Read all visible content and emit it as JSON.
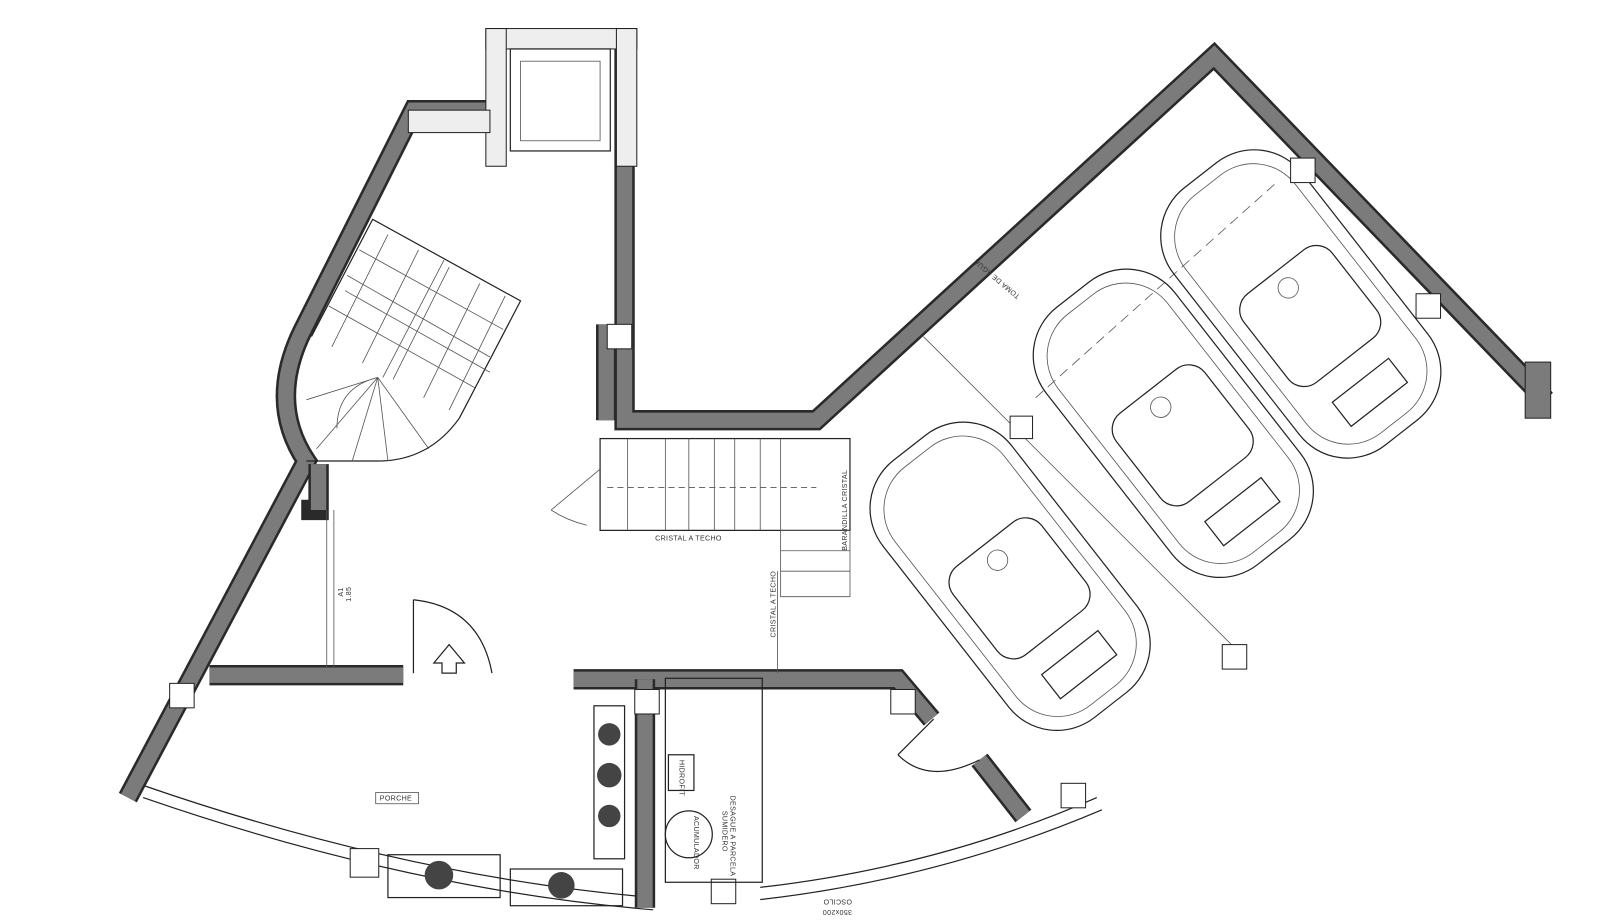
{
  "plan": {
    "labels": {
      "water_intake": "TOMA DE AGUA",
      "glass_railing": "BARANDILLA CRISTAL",
      "glass_to_ceiling_1": "CRISTAL A TECHO",
      "glass_to_ceiling_2": "CRISTAL A TECHO",
      "door_mark": "A1",
      "door_height": "1.85",
      "porch": "PORCHE",
      "hydro_unit": "HIDROFIT",
      "accumulator": "ACUMULADOR",
      "drain": "SUMIDERO",
      "drain_note": "DESAGUE A PARCELA",
      "window_type": "OSCILO",
      "window_size": "350x200"
    },
    "cars": 3,
    "colors": {
      "wall": "#7b7b7b",
      "line": "#222222",
      "background": "#ffffff"
    }
  }
}
